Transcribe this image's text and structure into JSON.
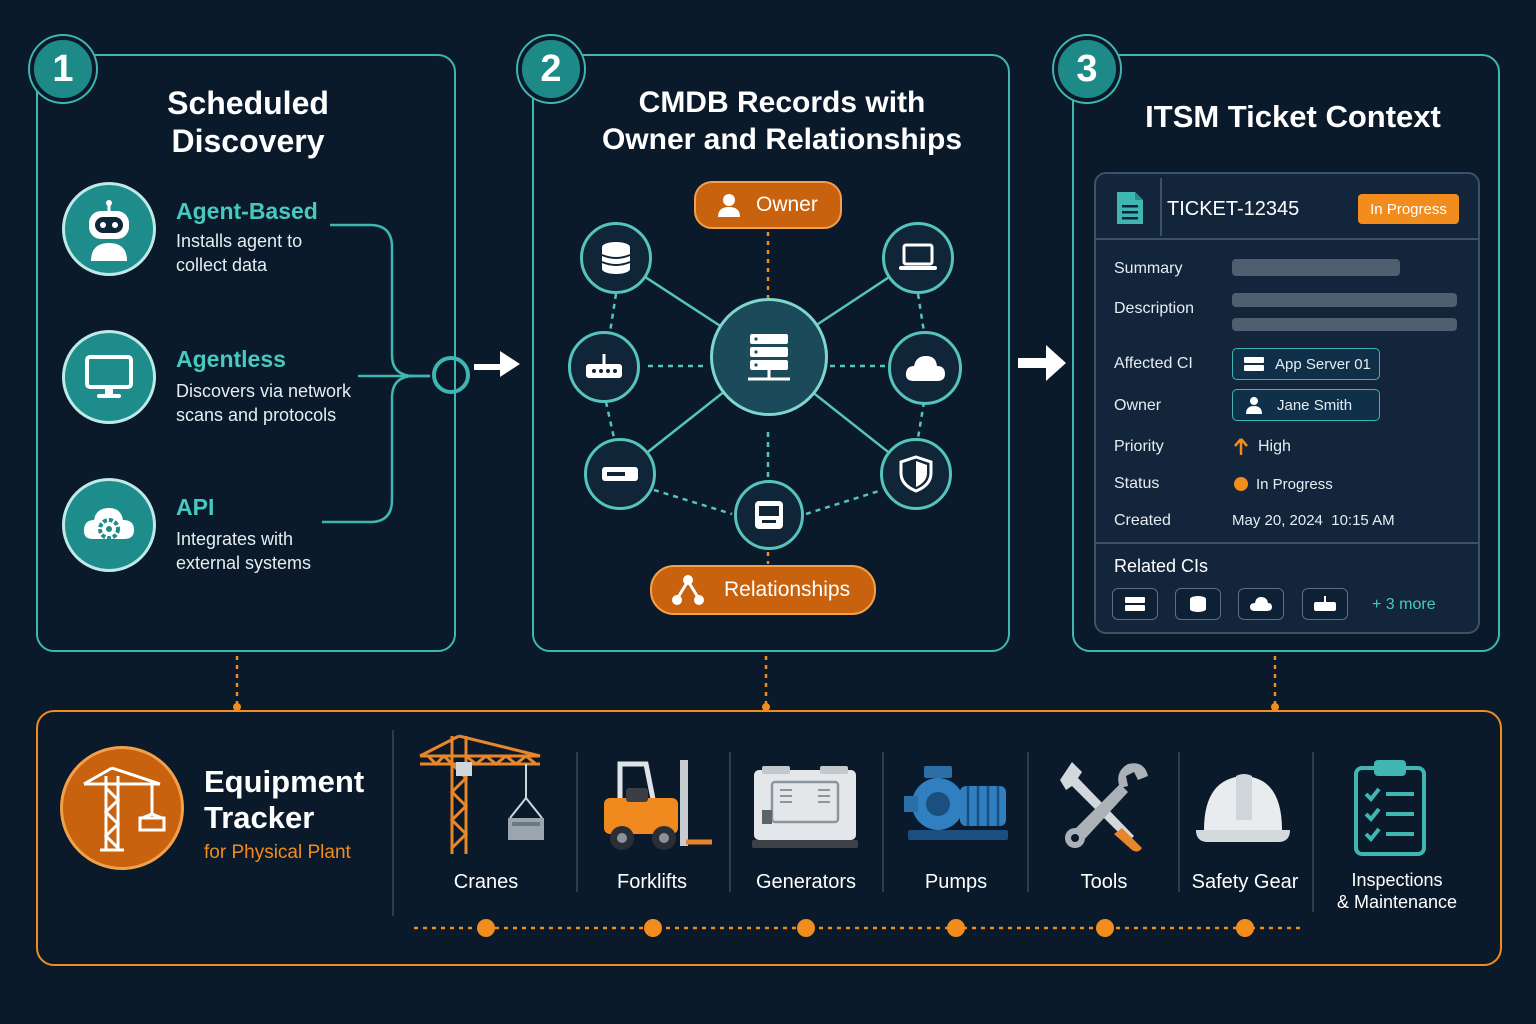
{
  "steps": {
    "step1": {
      "number": "1",
      "title_line1": "Scheduled",
      "title_line2": "Discovery",
      "methods": [
        {
          "title": "Agent-Based",
          "desc_line1": "Installs agent to",
          "desc_line2": "collect data",
          "icon": "robot-icon"
        },
        {
          "title": "Agentless",
          "desc_line1": "Discovers via network",
          "desc_line2": "scans and protocols",
          "icon": "monitor-icon"
        },
        {
          "title": "API",
          "desc_line1": "Integrates with",
          "desc_line2": "external systems",
          "icon": "cloud-gear-icon"
        }
      ]
    },
    "step2": {
      "number": "2",
      "title_line1": "CMDB Records with",
      "title_line2": "Owner and Relationships",
      "owner_label": "Owner",
      "relationships_label": "Relationships"
    },
    "step3": {
      "number": "3",
      "title": "ITSM Ticket Context",
      "ticket": {
        "id": "TICKET-12345",
        "status_badge": "In Progress",
        "fields": {
          "summary_label": "Summary",
          "description_label": "Description",
          "affected_ci_label": "Affected CI",
          "affected_ci_value": "App Server 01",
          "owner_label": "Owner",
          "owner_value": "Jane Smith",
          "priority_label": "Priority",
          "priority_value": "High",
          "status_label": "Status",
          "status_value": "In Progress",
          "created_label": "Created",
          "created_value": "May 20, 2024  10:15 AM"
        },
        "related_label": "Related CIs",
        "related_more": "+ 3 more"
      }
    }
  },
  "tracker": {
    "title_line1": "Equipment",
    "title_line2": "Tracker",
    "subtitle": "for Physical Plant",
    "items": [
      {
        "label": "Cranes"
      },
      {
        "label": "Forklifts"
      },
      {
        "label": "Generators"
      },
      {
        "label": "Pumps"
      },
      {
        "label": "Tools"
      },
      {
        "label": "Safety Gear"
      },
      {
        "label_line1": "Inspections",
        "label_line2": "& Maintenance"
      }
    ]
  },
  "colors": {
    "background": "#0b1a2b",
    "teal": "#3fb6b1",
    "orange": "#f28c1c"
  }
}
